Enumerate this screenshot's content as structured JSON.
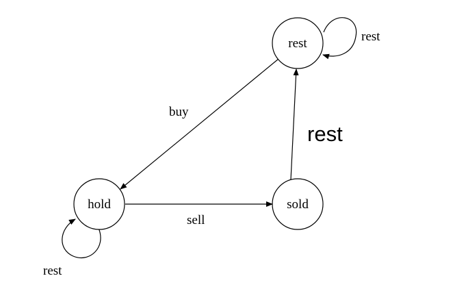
{
  "diagram": {
    "nodes": {
      "rest": {
        "label": "rest"
      },
      "hold": {
        "label": "hold"
      },
      "sold": {
        "label": "sold"
      }
    },
    "edges": {
      "rest_to_hold": {
        "label": "buy"
      },
      "hold_to_sold": {
        "label": "sell"
      },
      "sold_to_rest": {
        "label": "rest"
      },
      "rest_self": {
        "label": "rest"
      },
      "hold_self": {
        "label": "rest"
      }
    }
  }
}
